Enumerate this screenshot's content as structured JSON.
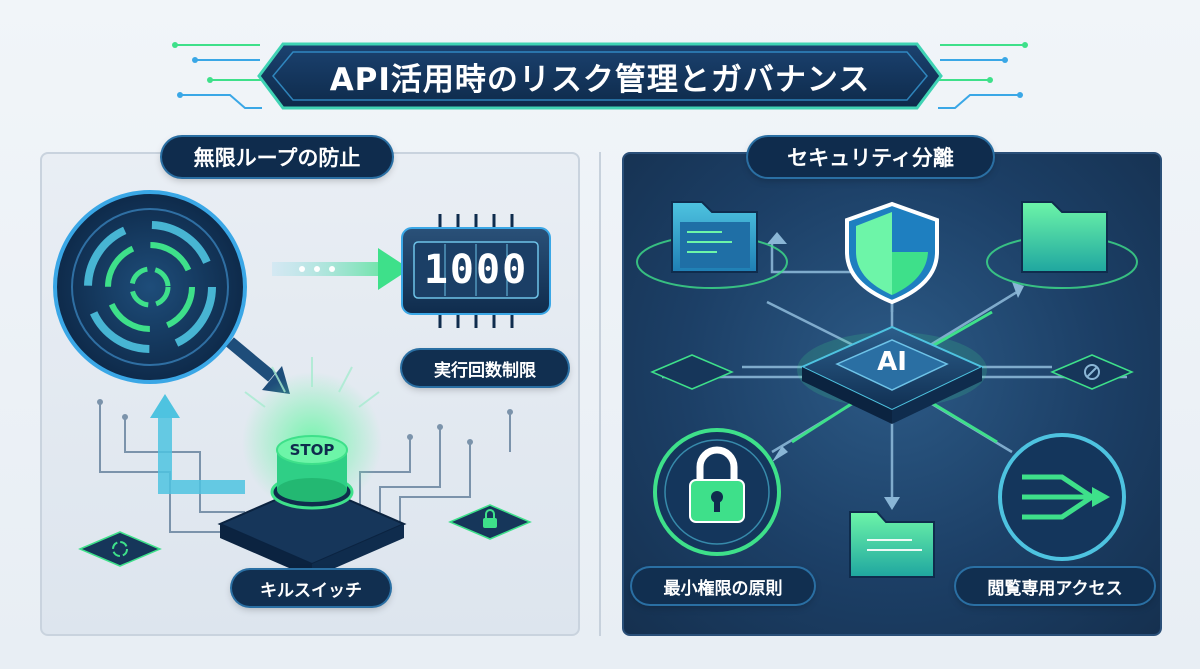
{
  "title": "API活用時のリスク管理とガバナンス",
  "left_panel": {
    "heading": "無限ループの防止",
    "counter_value": "1000",
    "counter_label": "実行回数制限",
    "stop_button": "STOP",
    "kill_switch_label": "キルスイッチ"
  },
  "right_panel": {
    "heading": "セキュリティ分離",
    "chip_label": "AI",
    "lock_label": "最小権限の原則",
    "readonly_label": "閲覧専用アクセス"
  },
  "colors": {
    "navy": "#0f2c4d",
    "accent_green": "#3ee08a",
    "accent_blue": "#3aa7e6",
    "panel_dark": "#1c3f66"
  }
}
